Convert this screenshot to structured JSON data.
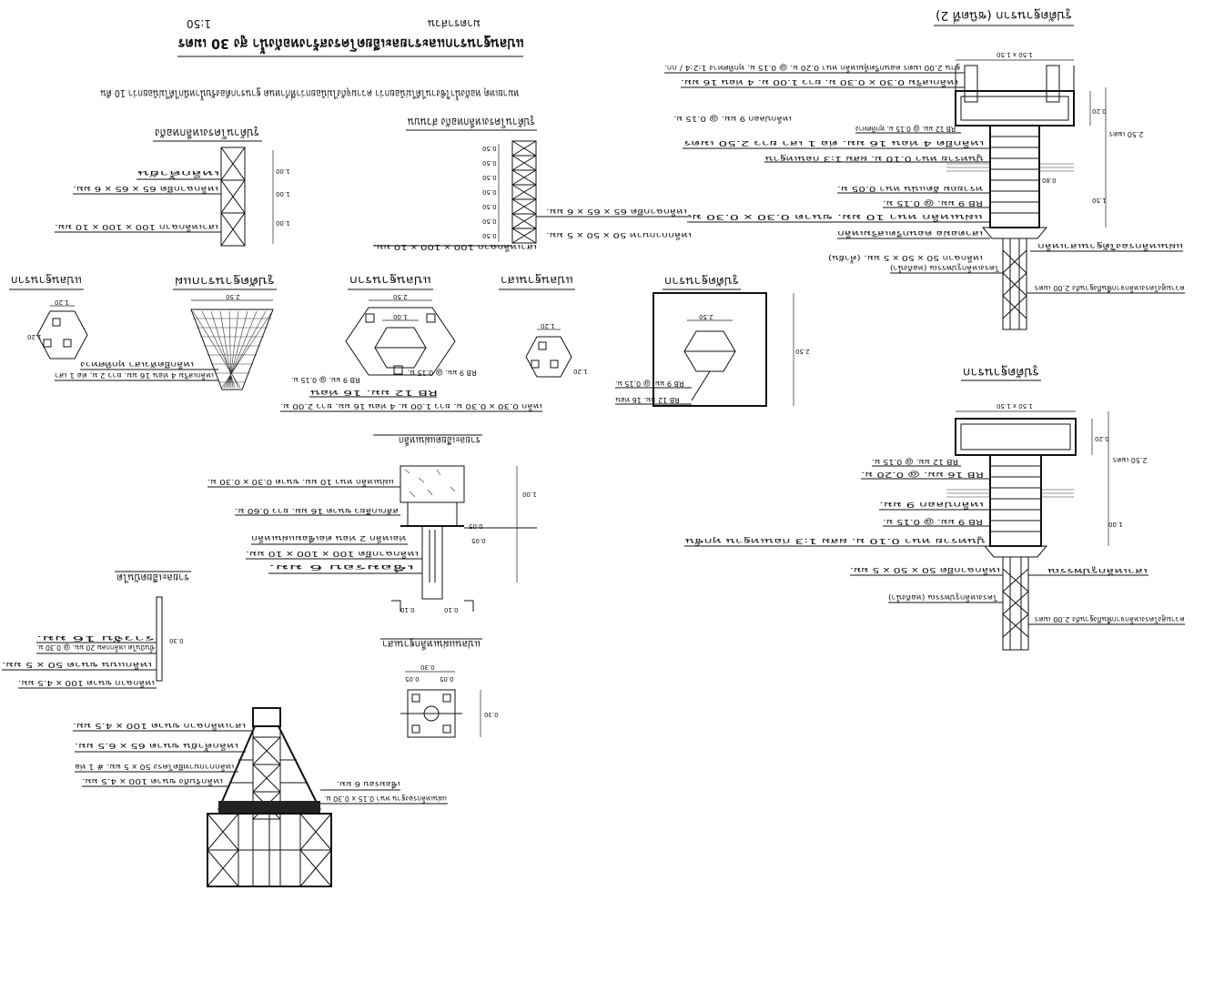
{
  "sheet": {
    "title": "แปลนฐานรากและรายละเอียดโครงสร้างหอถังน้ำ สูง 30 เมตร",
    "scale": "1:50",
    "scale_label": "มาตราส่วน",
    "note": "หมายเหตุ  หอถังน้ำใช้งานได้ไม่น้อยกว่า ความจุถังไม่น้อยกว่าที่กำหนด ฐานรากต้องรับน้ำหนักได้ไม่น้อยกว่า 10 ตัน"
  },
  "footing_section": {
    "title": "รูปตัดฐานราก (ชนิดที่ 2)",
    "labels": [
      "ฐาน 2.00 เมตร คอนกรีตหุ้มเหล็ก หนา 0.20 ม. @ 0.15 ม. ทุกทิศทาง 1:2:4 / กก.",
      "เหล็กเสริม 0.30 x 0.30 ม. ยาว 1.00 ม. 4 ท่อน 16 มม.",
      "เหล็กปลอก 9 มม. @ 0.15 ม.",
      "เหล็กยึด 4 ท่อน 16 มม. ต่อ 1 เสา ยาว 2.50 เมตร",
      "ปูนทราย หนา 0.10 ม. ผสม 1:3 ก่อนเทฐาน",
      "ทรายถม อัดแน่น หนา 0.05 ม.",
      "RB 9 มม. @ 0.15 ม.",
      "RB 12 มม. @ 0.15 ม. ทุกทิศทาง",
      "แผ่นเหล็ก หนา 10 มม. ขนาด 0.30 x 0.30 ม.",
      "เสาตอม่อ คอนกรีตเสริมเหล็ก",
      "แผ่นเหล็กรองใต้ฐานเสาเหล็ก",
      "เหล็กฉาก 50 x 50 x 5 มม. (ค้ำยัน)",
      "โครงเหล็กรูปพรรณ (หอถังน้ำ)",
      "ความสูงโครงเหล็กจากพื้นถึงฐานถัง 2.00 เมตร"
    ],
    "dims": [
      "1.50 x 1.50",
      "0.20",
      "2.50 เมตร",
      "1.50",
      "0.80"
    ]
  },
  "footing_section_2": {
    "title": "รูปตัดฐานราก",
    "labels": [
      "RB 12 มม. @ 0.15 ม.",
      "RB 16 มม. @ 0.20 ม.",
      "เหล็กปลอก 9 มม.",
      "RB 9 มม. @ 0.15 ม.",
      "ปูนทราย หนา 0.10 ม. ผสม 1:3 ก่อนเทฐาน ทุกชั้น",
      "เหล็กฉากยึด 50 x 50 x 5 มม.",
      "เสาเหล็กรูปพรรณ",
      "โครงเหล็กรูปพรรณ (หอถังน้ำ)",
      "ความสูงโครงเหล็กจากพื้นถึงฐานถัง 2.00 เมตร"
    ],
    "dims": [
      "1.50 x 1.50",
      "0.20",
      "2.50 เมตร",
      "1.00"
    ]
  },
  "tower_elevation_a": {
    "title": "รูปด้านโครงเหล็กหอถัง",
    "labels": [
      "เหล็กฉากยึด 65 x 65 x 6 มม.",
      "เสาเหล็กฉาก 100 x 100 x 10 มม.",
      "เหล็กค้ำยัน"
    ],
    "dims": [
      "1.00",
      "1.00",
      "1.00"
    ]
  },
  "tower_elevation_b": {
    "title": "รูปด้านโครงเหล็กหอถัง ส่วนบน",
    "labels": [
      "เหล็กฉากยึด 65 x 65 x 6 มม.",
      "เสาเหล็กฉาก 100 x 100 x 10 มม.",
      "เหล็กกากบาท 50 x 50 x 5 มม."
    ],
    "dims": [
      "0.50",
      "0.50",
      "0.50",
      "0.50",
      "0.50",
      "0.50",
      "0.50"
    ]
  },
  "plan_details": [
    {
      "title": "แปลนฐานราก",
      "dims": [
        "1.20",
        "1.20"
      ]
    },
    {
      "title": "รูปตัดฐานรากแผ่",
      "dims": [
        "2.50"
      ]
    },
    {
      "title": "แปลนฐานราก",
      "dims": [
        "2.50",
        "1.00"
      ]
    },
    {
      "title": "แปลนฐานเสา",
      "dims": [
        "1.20",
        "1.20"
      ]
    },
    {
      "title": "รูปตัดฐานราก",
      "dims": [
        "2.50",
        "2.50"
      ]
    }
  ],
  "plan_notes": [
    "RB 9 มม. @ 0.15 ม.",
    "RB 9 มม. @ 0.15 ม.",
    "เหล็ก 0.30 x 0.30 ม. ยาว 1.00 ม. 4 ท่อน 16 มม. ยาว 2.00 ม.",
    "RB 12 มม. 16 ท่อน",
    "เหล็กเสริม 4 ท่อน 16 มม. ยาว 2 ม. ต่อ 1 เสา",
    "เหล็กยึดหัวเสา ทุกทิศทาง"
  ],
  "base_plate": {
    "title": "รายละเอียดแผ่นเหล็ก",
    "labels": [
      "แผ่นเหล็ก หนา 10 มม. ขนาด 0.30 x 0.30 ม.",
      "สลักเกลียว ขนาด 16 มม. ยาว 0.60 ม.",
      "ท่อเหล็ก 2 ท่อน ต่อเชื่อมแผ่นเหล็ก",
      "เหล็กฉากยึด 100 x 100 x 10 มม.",
      "เชื่อมรอบ 6 มม."
    ],
    "dims": [
      "0.30",
      "0.05",
      "0.05",
      "0.10",
      "0.10",
      "1.00"
    ]
  },
  "plate_plan": {
    "title": "แปลนแผ่นเหล็กฐานเสา",
    "dims": [
      "0.30",
      "0.05",
      "0.05",
      "0.30"
    ]
  },
  "ladder_detail": {
    "title": "รายละเอียดบันได",
    "labels": [
      "เหล็กฉาก ขนาด 100 x 4.5 มม.",
      "ขั้นบันได เหล็กกลม 20 มม. @ 0.30 ม.",
      "เหล็กแบน ขนาด 50 x 5 มม.",
      "ราวจับ 16 มม."
    ],
    "dims": [
      "0.30"
    ]
  },
  "tower_elevation_c": {
    "title": "รูปด้านหอถังน้ำ",
    "labels": [
      "เสาเหล็กฉาก ขนาด 100 x 4.5 มม.",
      "เหล็กค้ำยัน ขนาด 65 x 6.5 มม.",
      "เหล็กกากบาทยึดโครง 50 x 5 มม. # 1 ท่อ",
      "เหล็กรับถัง ขนาด 100 x 4.5 มม.",
      "แผ่นเหล็กรองฐาน หนา 0.15 x 0.30 ม.",
      "เชื่อมรอบ 6 มม."
    ]
  },
  "colors": {
    "ink": "#111111",
    "paper": "#ffffff",
    "hatch": "#333333"
  }
}
